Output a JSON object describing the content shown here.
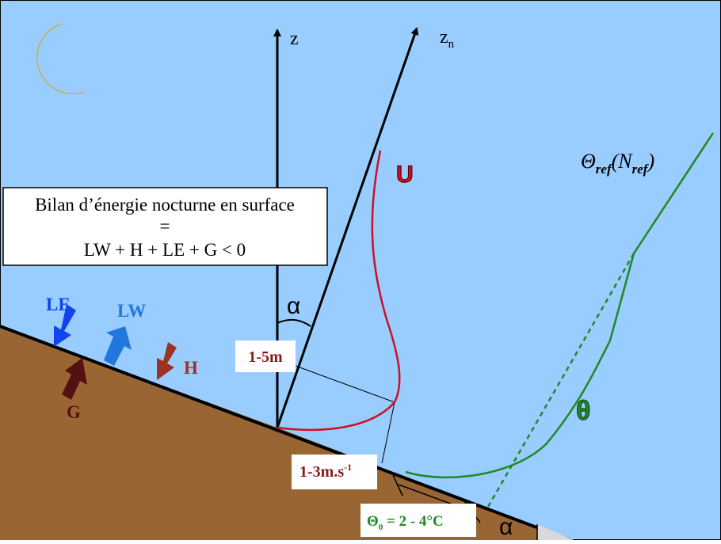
{
  "axes": {
    "z_label": "z",
    "zn_label": "z",
    "zn_subscript": "n",
    "alpha_top": "α",
    "alpha_bottom": "α"
  },
  "energy_box": {
    "line1": "Bilan d’énergie nocturne en surface",
    "line2": "=",
    "line3": "LW  + H + LE + G < 0"
  },
  "flux_labels": {
    "le": "LE",
    "lw": "LW",
    "h": "H",
    "g": "G"
  },
  "profiles": {
    "wind_label": "U",
    "theta_label": "θ",
    "theta_ref": "Θ",
    "theta_ref_sub": "ref",
    "theta_ref_paren": "(N",
    "theta_ref_paren_sub": "ref",
    "theta_ref_close": ")"
  },
  "annotations": {
    "height_label": "1-5m",
    "speed_label": "1-3m.s",
    "speed_exp": "-1",
    "theta0_symbol": "Θ",
    "theta0_sub": "0",
    "theta0_value": " = 2 - 4°C"
  },
  "colors": {
    "sky": "#99ccff",
    "ground": "#996633",
    "wind_profile": "#cc1122",
    "theta_profile": "#228822",
    "le_arrow": "#1144ee",
    "lw_arrow": "#2277dd",
    "h_arrow": "#993322",
    "g_arrow": "#551111",
    "moon": "#ffcc33"
  }
}
